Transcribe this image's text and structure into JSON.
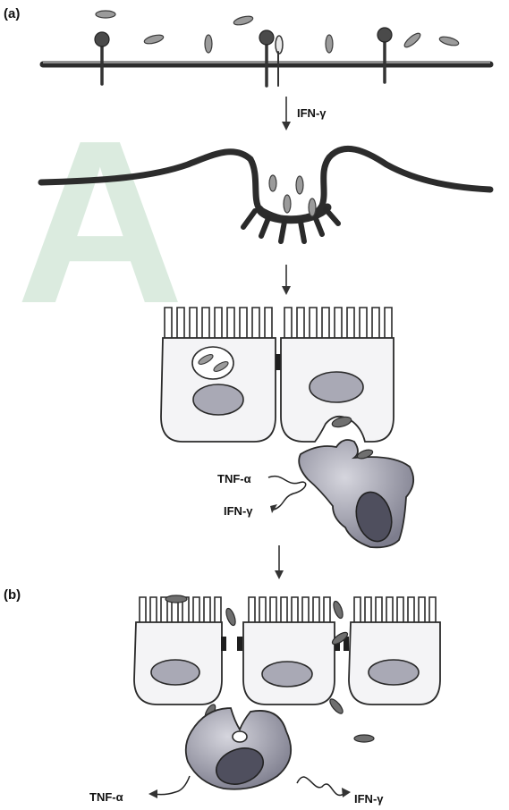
{
  "panels": {
    "a": "(a)",
    "b": "(b)"
  },
  "labels": {
    "ifn_step": "IFN-γ",
    "tnf_a": "TNF-α",
    "ifn_a": "IFN-γ",
    "tnf_b": "TNF-α",
    "ifn_b": "IFN-γ"
  },
  "watermark": "A",
  "colors": {
    "watermark": "#2f8f4a",
    "nucleus": "#a9a9b5",
    "macrophage": "#8e8e9c"
  }
}
